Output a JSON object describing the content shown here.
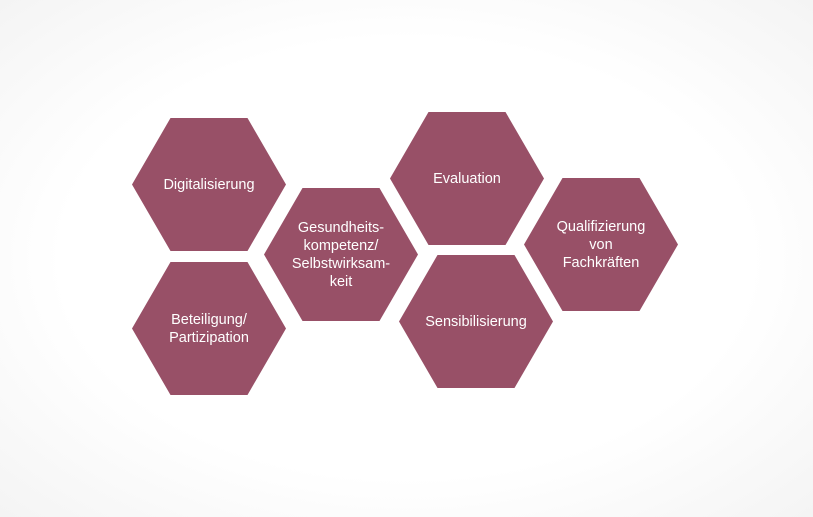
{
  "diagram": {
    "fill_color": "#985067",
    "text_color": "#ffffff",
    "hexagons": [
      {
        "id": "digitalisierung",
        "label": "Digitalisierung"
      },
      {
        "id": "beteiligung",
        "label": "Beteiligung/\nPartizipation"
      },
      {
        "id": "gesundheitskompetenz",
        "label": "Gesundheits-\nkompetenz/\nSelbstwirksam-\nkeit"
      },
      {
        "id": "evaluation",
        "label": "Evaluation"
      },
      {
        "id": "sensibilisierung",
        "label": "Sensibilisierung"
      },
      {
        "id": "qualifizierung",
        "label": "Qualifizierung\nvon\nFachkräften"
      }
    ]
  }
}
